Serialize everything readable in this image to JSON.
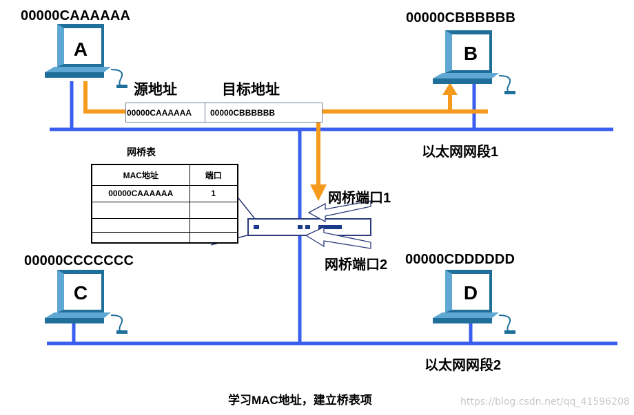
{
  "hosts": [
    {
      "mac": "00000CAAAAAA",
      "letter": "A"
    },
    {
      "mac": "00000CBBBBBB",
      "letter": "B"
    },
    {
      "mac": "00000CCCCCCC",
      "letter": "C"
    },
    {
      "mac": "00000CDDDDDD",
      "letter": "D"
    }
  ],
  "frame": {
    "source_header": "源地址",
    "dest_header": "目标地址",
    "source_value": "00000CAAAAAA",
    "dest_value": "00000CBBBBBB"
  },
  "segments": {
    "seg1": "以太网网段1",
    "seg2": "以太网网段2"
  },
  "bridge_table": {
    "title": "网桥表",
    "columns": [
      "MAC地址",
      "端口"
    ],
    "rows": [
      [
        "00000CAAAAAA",
        "1"
      ],
      [
        "",
        ""
      ],
      [
        "",
        ""
      ],
      [
        "",
        ""
      ]
    ]
  },
  "bridge_ports": {
    "port1": "网桥端口1",
    "port2": "网桥端口2"
  },
  "caption": "学习MAC地址，建立桥表项",
  "watermark": "https://blog.csdn.net/qq_41596208",
  "colors": {
    "network_line": "#3a5ff0",
    "data_path": "#f59a1c",
    "monitor_dark": "#1f6f9a",
    "monitor_light": "#5fa8d3"
  }
}
